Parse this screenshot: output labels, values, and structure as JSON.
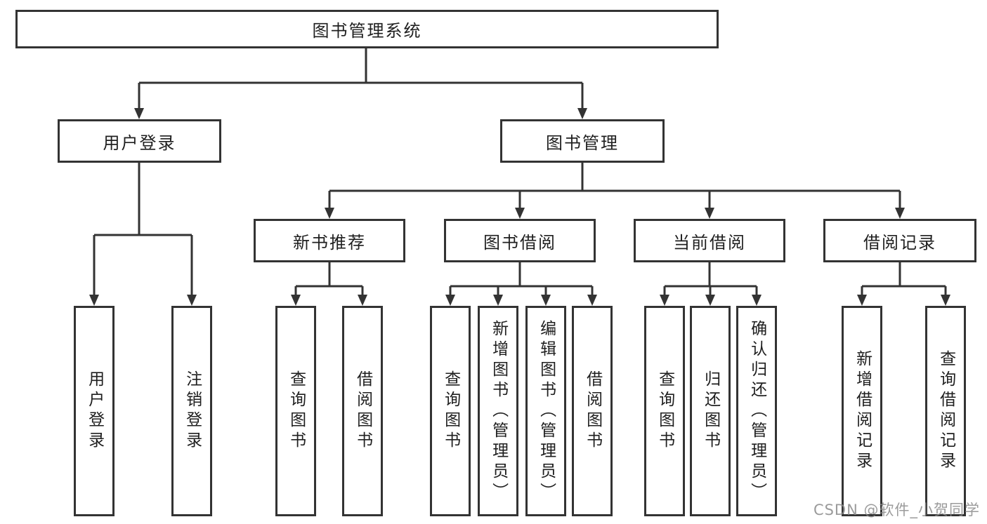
{
  "tree": {
    "root": {
      "label": "图书管理系统",
      "children": [
        {
          "label": "用户登录",
          "children": [
            {
              "label": "用户登录"
            },
            {
              "label": "注销登录"
            }
          ]
        },
        {
          "label": "图书管理",
          "children": [
            {
              "label": "新书推荐",
              "children": [
                {
                  "label": "查询图书"
                },
                {
                  "label": "借阅图书"
                }
              ]
            },
            {
              "label": "图书借阅",
              "children": [
                {
                  "label": "查询图书"
                },
                {
                  "label": "新增图书（管理员）"
                },
                {
                  "label": "编辑图书（管理员）"
                },
                {
                  "label": "借阅图书"
                }
              ]
            },
            {
              "label": "当前借阅",
              "children": [
                {
                  "label": "查询图书"
                },
                {
                  "label": "归还图书"
                },
                {
                  "label": "确认归还（管理员）"
                }
              ]
            },
            {
              "label": "借阅记录",
              "children": [
                {
                  "label": "新增借阅记录"
                },
                {
                  "label": "查询借阅记录"
                }
              ]
            }
          ]
        }
      ]
    }
  },
  "watermark": {
    "text": "CSDN @软件_小贺同学"
  },
  "colors": {
    "line": "#333333",
    "text": "#1f1f1f",
    "background": "#ffffff",
    "watermark": "#8a8a8a"
  }
}
